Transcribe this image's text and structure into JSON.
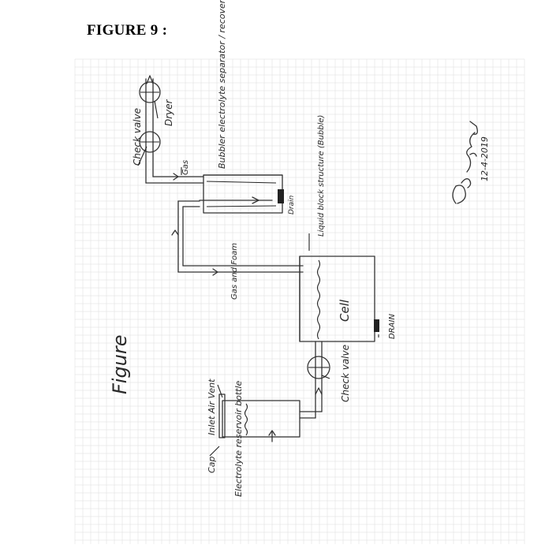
{
  "figure_title": "FIGURE 9 :",
  "labels": {
    "figure": "Figure",
    "check_valve_top": "Check valve",
    "dryer": "Dryer",
    "gas": "Gas",
    "bubbler": "Bubbler electrolyte separator / recovery",
    "drain_bubbler": "Drain",
    "liquid_block": "Liquid block structure (Bubble)",
    "gas_and_foam": "Gas and Foam",
    "cell": "Cell",
    "drain_cell": "DRAIN",
    "check_valve_bottom": "Check valve",
    "inlet_air_vent": "Inlet Air Vent",
    "cap": "Cap",
    "reservoir": "Electrolyte reservoir bottle"
  },
  "signature": {
    "date": "12-4-2019"
  }
}
